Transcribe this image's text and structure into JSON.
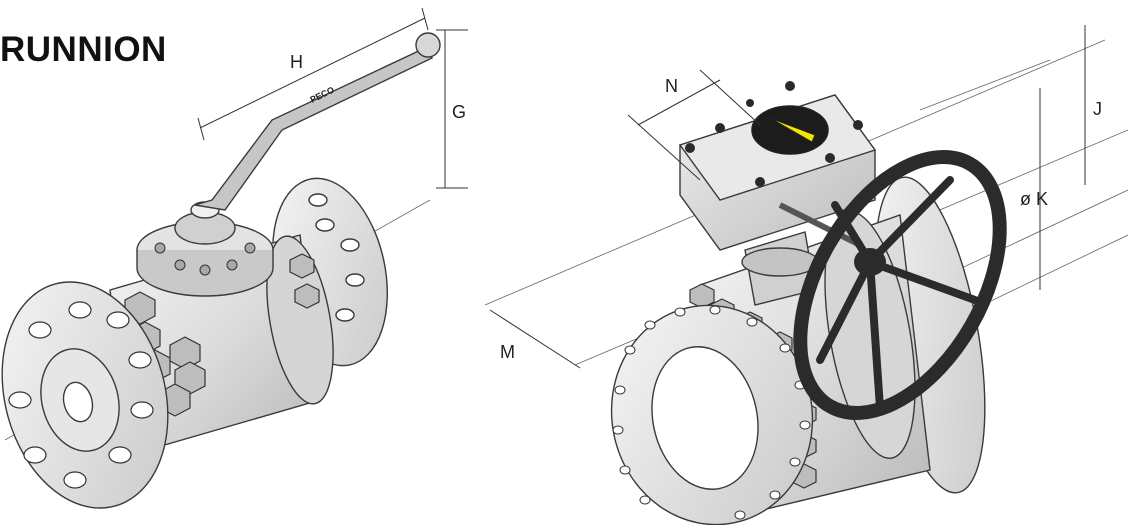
{
  "title": "RUNNION",
  "left_valve": {
    "dimensions": {
      "h": "H",
      "g": "G"
    },
    "handle_text": "PECO"
  },
  "right_valve": {
    "dimensions": {
      "n": "N",
      "j": "J",
      "k": "ø K",
      "m": "M"
    }
  },
  "colors": {
    "steel_light": "#e8e8e8",
    "steel_mid": "#cfcfcf",
    "steel_dark": "#9a9a9a",
    "outline": "#3a3a3a",
    "handwheel": "#2b2b2b",
    "indicator_yellow": "#f2e600",
    "indicator_dark": "#111111"
  }
}
